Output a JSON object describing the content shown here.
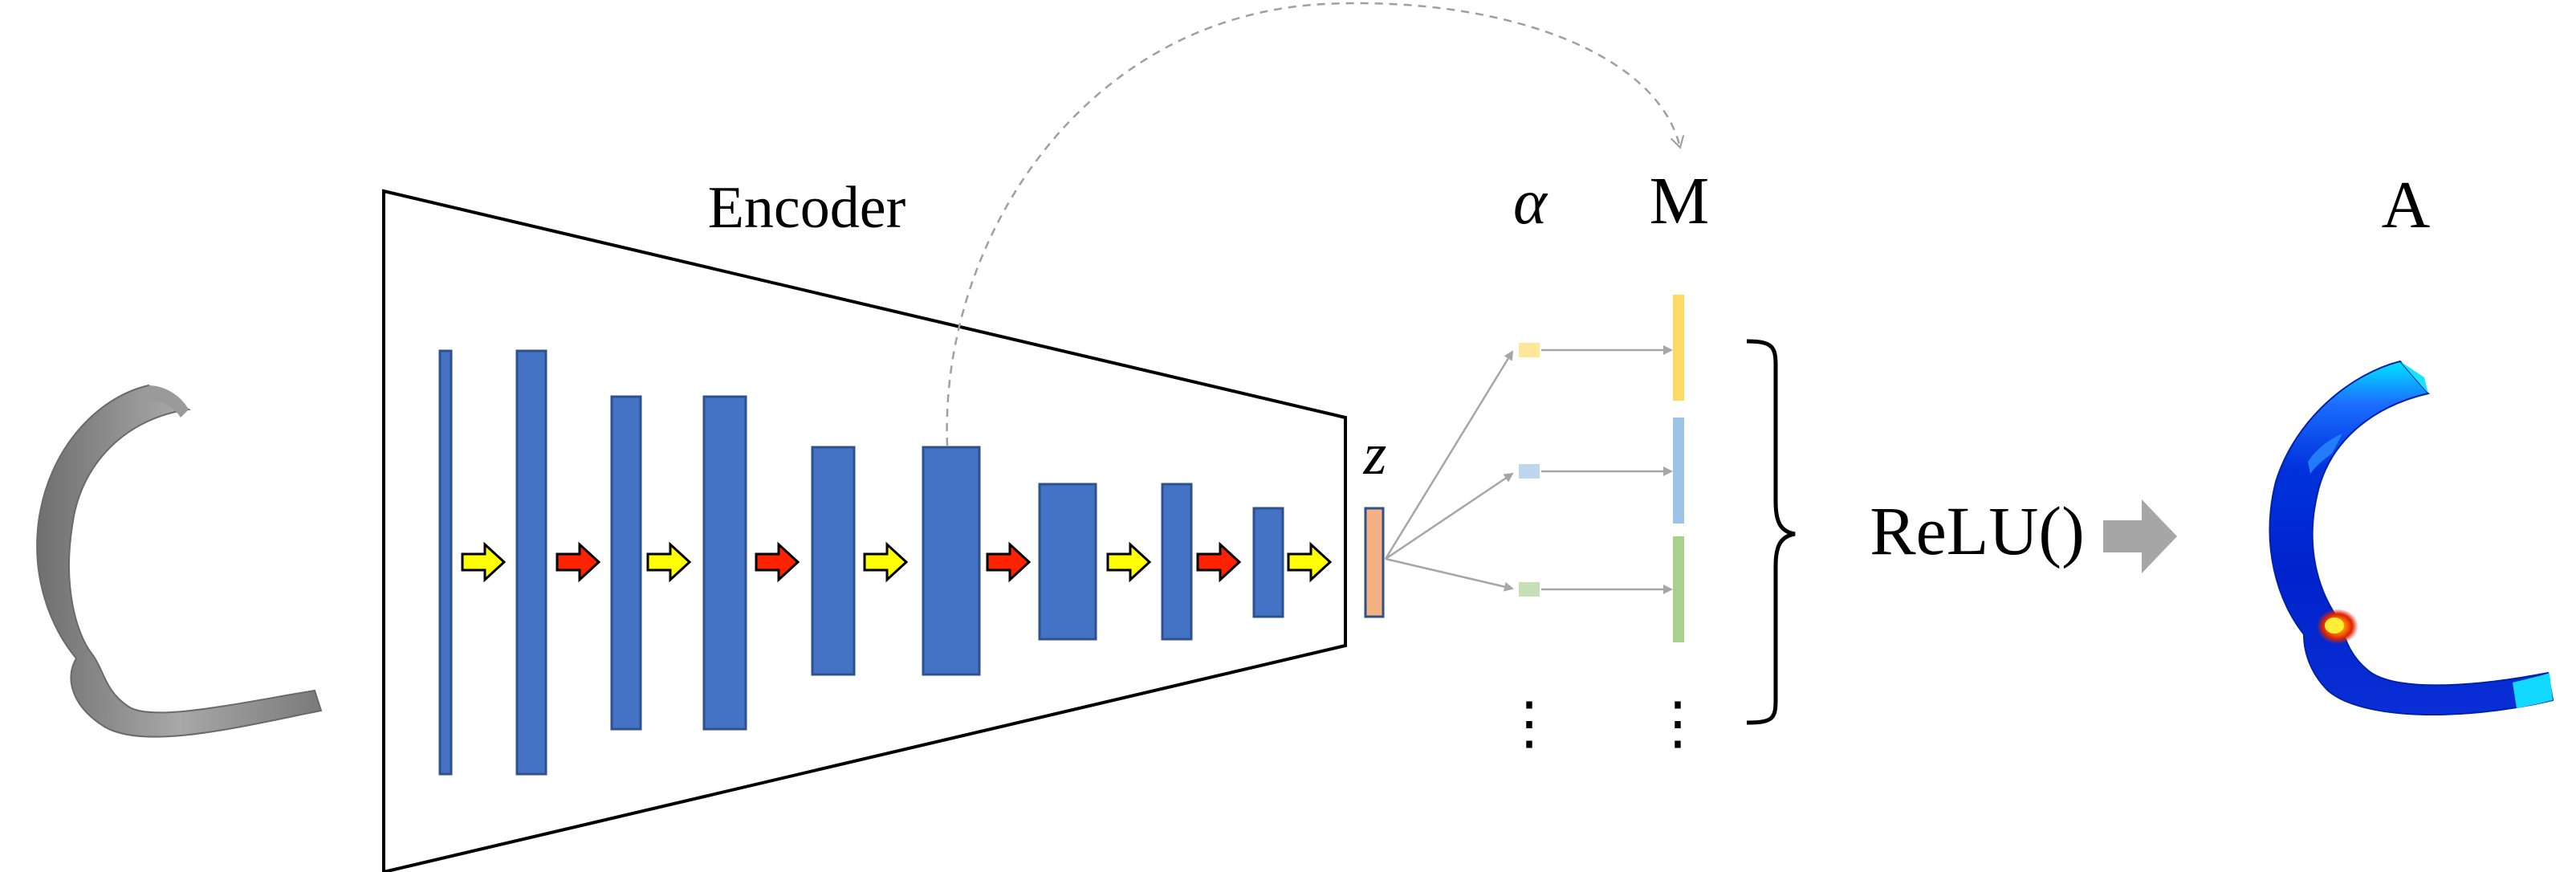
{
  "labels": {
    "encoder": "Encoder",
    "z": "z",
    "alpha": "α",
    "M": "M",
    "A": "A",
    "relu": "ReLU()",
    "dots_alpha": "⋮",
    "dots_M": "⋮"
  },
  "colors": {
    "encoder_block": "#4472C4",
    "encoder_block_border": "#2F528F",
    "arrow_yellow": "#FFFF00",
    "arrow_red": "#FF2200",
    "latent_fill": "#F4B183",
    "latent_border": "#2F528F",
    "alpha_1": "#FFE699",
    "alpha_2": "#BDD7EE",
    "alpha_3": "#C5E0B4",
    "M_1": "#FFD966",
    "M_2": "#9DC3E6",
    "M_3": "#A9D18E",
    "connector": "#A6A6A6",
    "big_arrow": "#A6A6A6",
    "input_shape": "#8C8C8C"
  },
  "icons": {
    "input": "gray-curved-tube-icon",
    "output": "heatmap-curved-tube-icon"
  }
}
